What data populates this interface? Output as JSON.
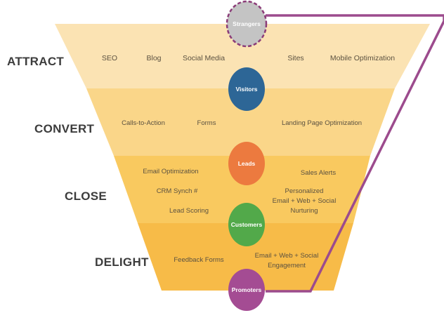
{
  "colors": {
    "band_attract": "#fbe3b3",
    "band_convert": "#fad689",
    "band_close": "#f9c95f",
    "band_delight": "#f7bb48",
    "loop_line": "#9c4b8d",
    "strangers": "#c4c4c4",
    "strangers_border": "#8b3c78",
    "visitors": "#2d6696",
    "leads": "#ec7a3f",
    "customers": "#52a94a",
    "promoters": "#a44c93"
  },
  "stages": [
    {
      "label": "ATTRACT"
    },
    {
      "label": "CONVERT"
    },
    {
      "label": "CLOSE"
    },
    {
      "label": "DELIGHT"
    }
  ],
  "attract_items": [
    "SEO",
    "Blog",
    "Social Media",
    "Sites",
    "Mobile Optimization"
  ],
  "convert_items": [
    "Calls-to-Action",
    "Forms",
    "Landing Page Optimization"
  ],
  "close_items": {
    "email_optimization": "Email Optimization",
    "crm_synch": "CRM Synch #",
    "lead_scoring": "Lead Scoring",
    "sales_alerts": "Sales Alerts",
    "personalized_lines": [
      "Personalized",
      "Email + Web + Social",
      "Nurturing"
    ]
  },
  "delight_items": {
    "feedback_forms": "Feedback Forms",
    "engagement_lines": [
      "Email + Web + Social",
      "Engagement"
    ]
  },
  "circles": {
    "strangers": "Strangers",
    "visitors": "Visitors",
    "leads": "Leads",
    "customers": "Customers",
    "promoters": "Promoters"
  }
}
